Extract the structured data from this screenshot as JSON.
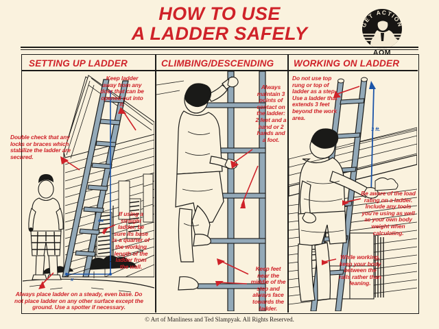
{
  "poster": {
    "title_line1": "HOW TO USE",
    "title_line2": "A LADDER SAFELY",
    "footer": "© Art of Manliness and Ted Slampyak. All Rights Reserved.",
    "colors": {
      "background": "#faf2de",
      "red": "#cf2229",
      "ink": "#1a1a18",
      "blue": "#1b54a8",
      "ladder": "#93a9b8"
    }
  },
  "logo": {
    "arc_text": "GET ACTION",
    "monogram": "AOM"
  },
  "panels": [
    {
      "header": "SETTING UP LADDER",
      "notes": [
        "Keep ladder away from any door that can be opened out into it.",
        "Double check that any locks or braces which stabilize the ladder are secured.",
        "If using a straight ladder, be sure its base is a quarter of the working length of the ladder from the wall.",
        "Always place ladder on a steady, even base. Do not place ladder on any other surface except the ground. Use a spotter if necessary."
      ],
      "measure_labels": [
        "4x",
        "x"
      ]
    },
    {
      "header": "CLIMBING/DESCENDING",
      "notes": [
        "Always maintain 3 points of contact on the ladder: 2 feet and a hand or 2 hands and a foot.",
        "Keep feet near the middle of the step and always face towards the ladder."
      ],
      "measure_labels": []
    },
    {
      "header": "WORKING ON LADDER",
      "notes": [
        "Do not use top rung or top of ladder as a step. Use a ladder that extends 3 feet beyond the work area.",
        "Be aware of the load rating on a ladder. Include any tools you're using as well as your own body weight when calculating.",
        "While working, keep your body between the rails rather than leaning."
      ],
      "measure_labels": [
        "3 ft."
      ]
    }
  ]
}
